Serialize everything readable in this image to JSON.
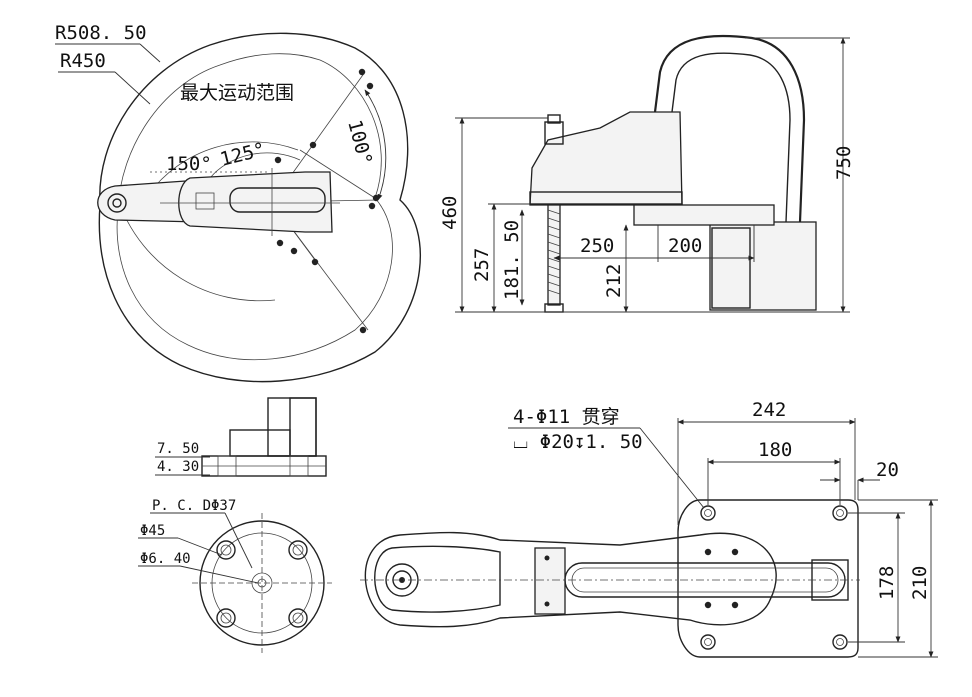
{
  "top_view": {
    "r_outer": "R508. 50",
    "r_inner": "R450",
    "range_label": "最大运动范围",
    "angle_100": "100°",
    "angle_150": "150°",
    "angle_125": "125°"
  },
  "side_view": {
    "height_750": "750",
    "height_460": "460",
    "height_257": "257",
    "stroke_181": "181. 50",
    "height_212": "212",
    "len_250": "250",
    "len_200": "200"
  },
  "base_detail": {
    "dim_750": "7. 50",
    "dim_430": "4. 30",
    "pcd": "P. C. DΦ37",
    "dia_45": "Φ45",
    "dia_640": "Φ6. 40"
  },
  "plan_view": {
    "holes": "4-Φ11 贯穿",
    "counterbore": "⌴ Φ20↧1. 50",
    "width_242": "242",
    "width_180": "180",
    "offset_20": "20",
    "height_178": "178",
    "height_210": "210"
  }
}
